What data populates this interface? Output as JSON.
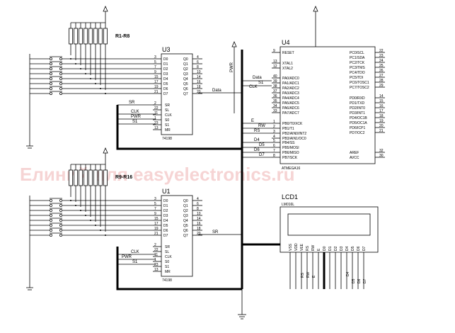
{
  "watermark": "Елиний для easyelectronics.ru",
  "parts": {
    "u3": {
      "name": "U3",
      "type": "74198",
      "left_pins": [
        "D0",
        "D1",
        "D2",
        "D3",
        "D4",
        "D5",
        "D6",
        "D7"
      ],
      "left_nums": [
        "3",
        "5",
        "7",
        "9",
        "15",
        "17",
        "19",
        "21"
      ],
      "right_pins": [
        "Q0",
        "Q1",
        "Q2",
        "Q3",
        "Q4",
        "Q5",
        "Q6",
        "Q7"
      ],
      "right_nums": [
        "4",
        "6",
        "8",
        "10",
        "14",
        "16",
        "18",
        "20"
      ],
      "ctrl_pins": [
        "SR",
        "SL",
        "CLK",
        "S0",
        "S1",
        "MR"
      ],
      "ctrl_nums": [
        "2",
        "22",
        "11",
        "1",
        "23",
        "13"
      ]
    },
    "u1": {
      "name": "U1",
      "type": "74198",
      "left_pins": [
        "D0",
        "D1",
        "D2",
        "D3",
        "D4",
        "D5",
        "D6",
        "D7"
      ],
      "left_nums": [
        "3",
        "5",
        "7",
        "9",
        "15",
        "17",
        "19",
        "21"
      ],
      "right_pins": [
        "Q0",
        "Q1",
        "Q2",
        "Q3",
        "Q4",
        "Q5",
        "Q6",
        "Q7"
      ],
      "right_nums": [
        "4",
        "6",
        "8",
        "10",
        "14",
        "16",
        "18",
        "20"
      ],
      "ctrl_pins": [
        "SR",
        "SL",
        "CLK",
        "S0",
        "S1",
        "MR"
      ],
      "ctrl_nums": [
        "2",
        "22",
        "11",
        "1",
        "23",
        "13"
      ]
    },
    "u4": {
      "name": "U4",
      "type": "ATMEGA16",
      "left_pins": [
        "RESET",
        "XTAL1",
        "XTAL2",
        "PA0/ADC0",
        "PA1/ADC1",
        "PA2/ADC2",
        "PA3/ADC3",
        "PA4/ADC4",
        "PA5/ADC5",
        "PA6/ADC6",
        "PA7/ADC7",
        "PB0/T0/XCK",
        "PB1/T1",
        "PB2/AIN0/INT2",
        "PB3/AIN1/OC0",
        "PB4/SS",
        "PB5/MOSI",
        "PB6/MISO",
        "PB7/SCK"
      ],
      "left_nums": [
        "9",
        "13",
        "12",
        "40",
        "39",
        "38",
        "37",
        "36",
        "35",
        "34",
        "33",
        "1",
        "2",
        "3",
        "4",
        "5",
        "6",
        "7",
        "8"
      ],
      "right_pins": [
        "PC0/SCL",
        "PC1/SDA",
        "PC2/TCK",
        "PC3/TMS",
        "PC4/TDO",
        "PC5/TDI",
        "PC6/TOSC1",
        "PC7/TOSC2",
        "PD0/RXD",
        "PD1/TXD",
        "PD2/INT0",
        "PD3/INT1",
        "PD4/OC1B",
        "PD5/OC1A",
        "PD6/ICP1",
        "PD7/OC2",
        "AREF",
        "AVCC"
      ],
      "right_nums": [
        "22",
        "23",
        "24",
        "25",
        "26",
        "27",
        "28",
        "29",
        "14",
        "15",
        "16",
        "17",
        "18",
        "19",
        "20",
        "21",
        "32",
        "30"
      ]
    },
    "lcd": {
      "name": "LCD1",
      "type": "LM016L",
      "pins": [
        "VSS",
        "VDD",
        "VEE",
        "RS",
        "RW",
        "E",
        "D0",
        "D1",
        "D2",
        "D3",
        "D4",
        "D5",
        "D6",
        "D7"
      ]
    },
    "rn1": "R1-R8",
    "rn2": "R9-R16"
  },
  "nets": {
    "data": "Data",
    "sr": "SR",
    "clk": "CLK",
    "pwr": "PWR",
    "s1": "S1",
    "e": "E",
    "rw": "RW",
    "rs": "RS",
    "d4": "D4",
    "d5": "D5",
    "d6": "D6",
    "d7": "D7"
  }
}
